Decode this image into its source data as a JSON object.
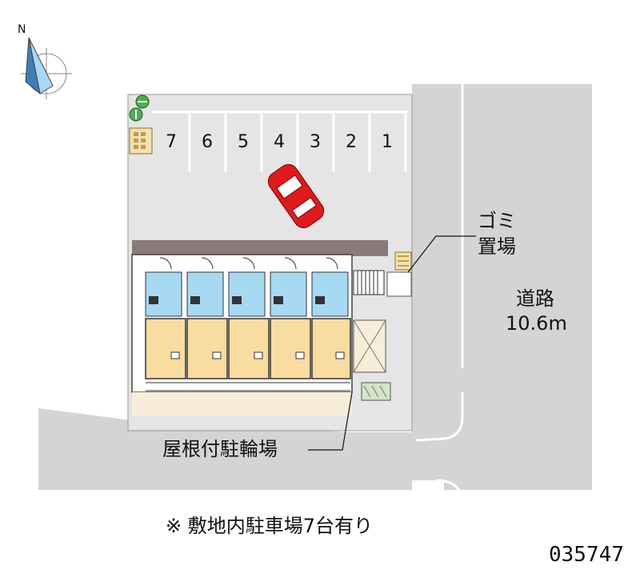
{
  "compass": {
    "label": "N",
    "icon": "compass-icon"
  },
  "parking": {
    "slots": [
      "7",
      "6",
      "5",
      "4",
      "3",
      "2",
      "1"
    ],
    "car_color": "#e01a1a"
  },
  "labels": {
    "garbage_line1": "ゴミ",
    "garbage_line2": "置場",
    "road_line1": "道路",
    "road_line2": "10.6m",
    "bicycle": "屋根付駐輪場",
    "note": "※ 敷地内駐車場7台有り",
    "code": "035747"
  },
  "colors": {
    "road": "#d4d4d4",
    "lot": "#e5e5e5",
    "building_wall": "#8a7a7a",
    "room_floor": "#f8dca0",
    "wet_area": "#a7d9f2",
    "bike_area": "#f7edd9"
  }
}
